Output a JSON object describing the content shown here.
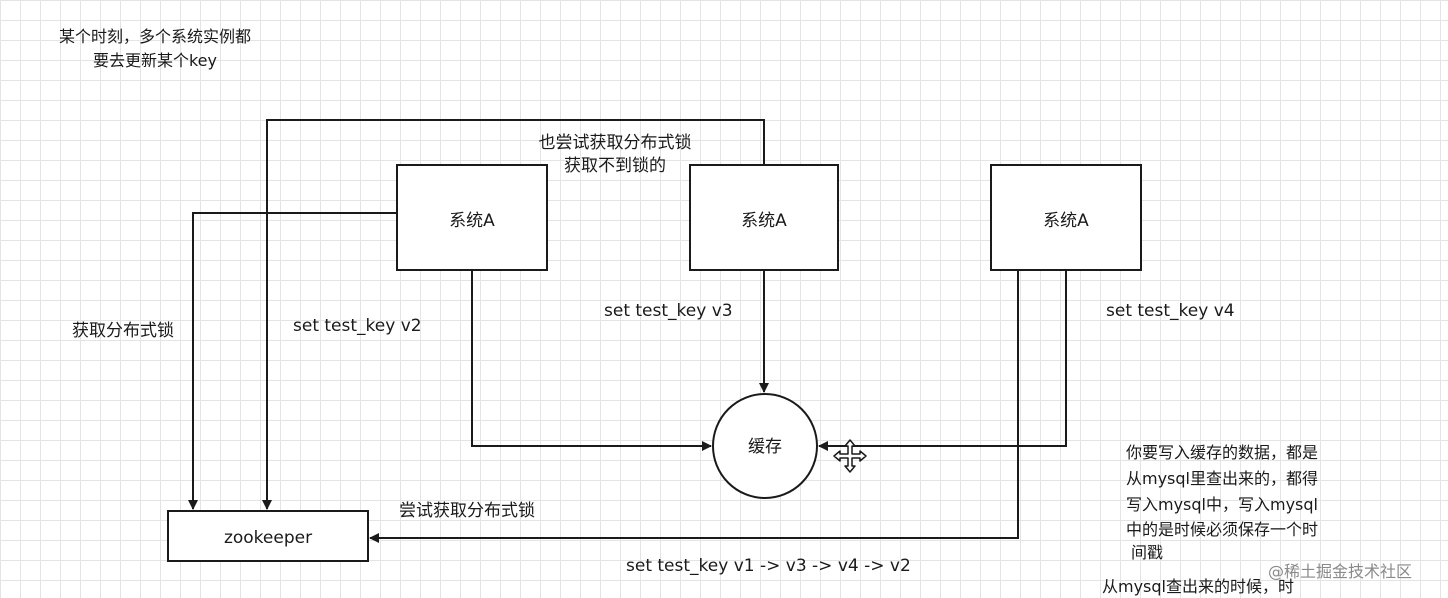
{
  "nodes": {
    "system_a_left": "系统A",
    "system_a_middle": "系统A",
    "system_a_right": "系统A",
    "cache": "缓存",
    "zookeeper": "zookeeper"
  },
  "labels": {
    "acquire_lock": "获取分布式锁",
    "set_v2": "set test_key v2",
    "also_try_line1": "也尝试获取分布式锁",
    "also_try_line2": "获取不到锁的",
    "set_v3": "set test_key v3",
    "set_v4": "set test_key v4",
    "try_lock": "尝试获取分布式锁",
    "sequence": "set test_key v1 -> v3 -> v4 -> v2"
  },
  "notes": {
    "top_left": [
      "某个时刻，多个系统实例都",
      "要去更新某个key"
    ],
    "right": [
      "你要写入缓存的数据，都是",
      "从mysql里查出来的，都得",
      "写入mysql中，写入mysql",
      "中的是时候必须保存一个时",
      "间戳"
    ],
    "bottom_right": "从mysql查出来的时候，时"
  },
  "watermark": "@稀土掘金技术社区",
  "colors": {
    "stroke": "#1a1a1a",
    "grid": "#e4e4e4",
    "background": "#ffffff"
  }
}
